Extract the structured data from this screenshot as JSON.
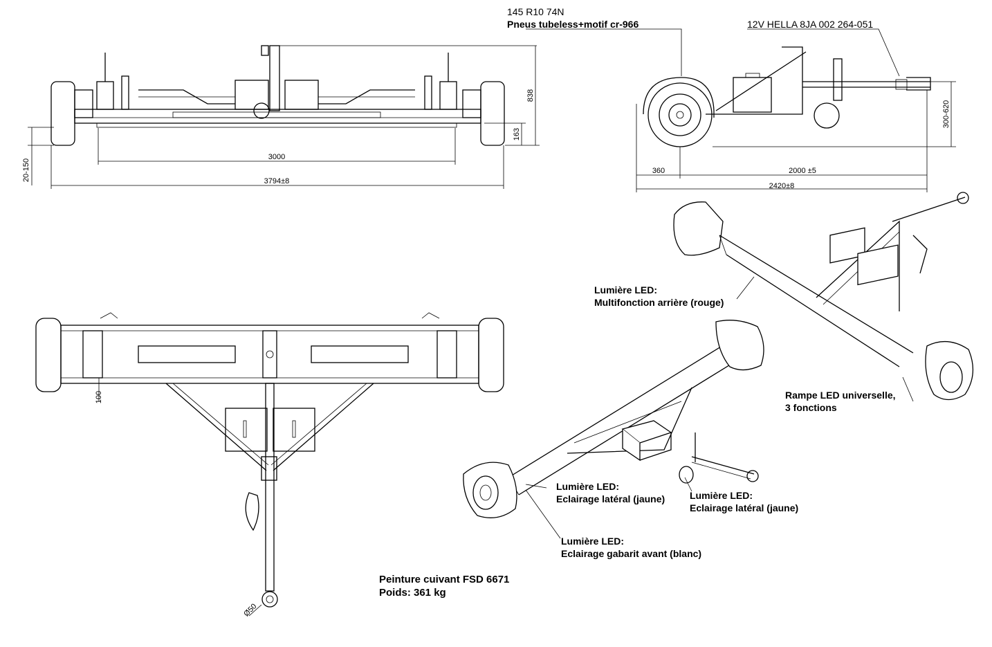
{
  "labels": {
    "tire_size": "145 R10 74N",
    "tire_type": "Pneus tubeless+motif cr-966",
    "light_ref": "12V HELLA 8JA 002 264-051",
    "rear_light_title": "Lumière LED:",
    "rear_light_desc": "Multifonction arrière (rouge)",
    "ramp_line1": "Rampe LED universelle,",
    "ramp_line2": "3 fonctions",
    "side_left_title": "Lumière LED:",
    "side_left_desc": "Eclairage latéral (jaune)",
    "side_right_title": "Lumière LED:",
    "side_right_desc": "Eclairage latéral  (jaune)",
    "front_title": "Lumière LED:",
    "front_desc": "Eclairage gabarit avant (blanc)",
    "paint": "Peinture cuivant FSD 6671",
    "weight": "Poids: 361 kg"
  },
  "dimensions": {
    "track": "3000",
    "overall_width": "3794±8",
    "overall_height": "838",
    "clearance": "163",
    "hitch_range": "20-150",
    "overhang": "360",
    "wheelbase": "2000 ±5",
    "overall_length": "2420±8",
    "drawbar_height": "300-620",
    "beam_offset": "100",
    "eye_diameter": "Ø50"
  },
  "colors": {
    "line": "#000000",
    "background": "#ffffff"
  }
}
